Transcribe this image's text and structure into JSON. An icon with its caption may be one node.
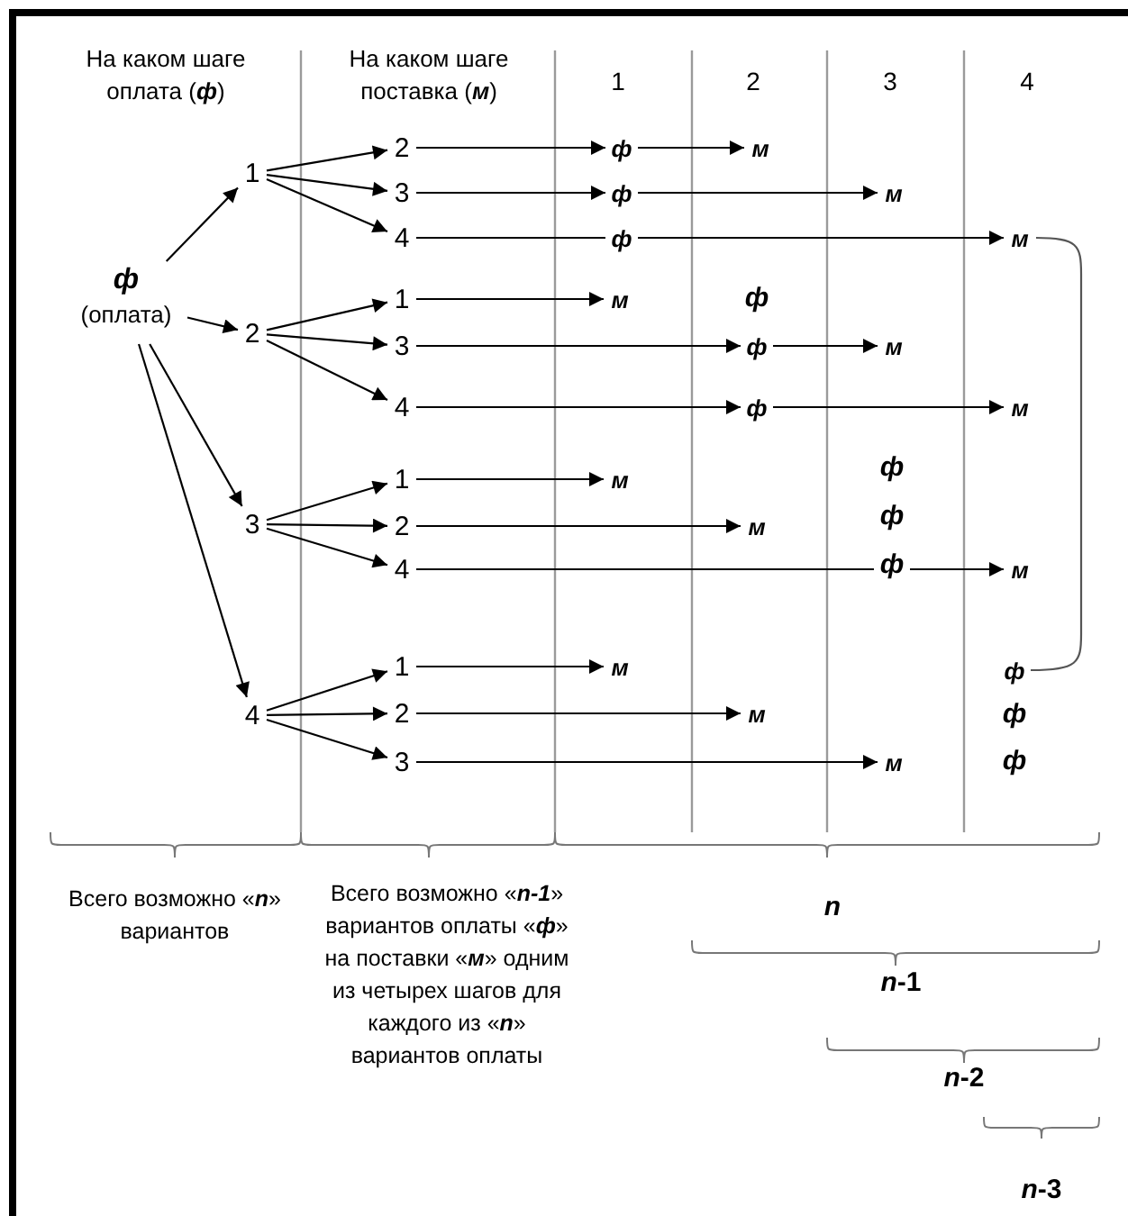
{
  "diagram": {
    "nodes": [
      {
        "text": [
          "ф",
          "(оплата)"
        ]
      },
      {
        "text": [
          "1"
        ]
      },
      {
        "text": [
          "2"
        ]
      },
      {
        "text": [
          "3"
        ]
      },
      {
        "text": [
          "4"
        ]
      },
      {
        "text": [
          "2"
        ]
      },
      {
        "text": [
          "3"
        ]
      },
      {
        "text": [
          "4"
        ]
      },
      {
        "text": [
          "1"
        ]
      },
      {
        "text": [
          "3"
        ]
      },
      {
        "text": [
          "4"
        ]
      },
      {
        "text": [
          "1"
        ]
      },
      {
        "text": [
          "2"
        ]
      },
      {
        "text": [
          "4"
        ]
      },
      {
        "text": [
          "1"
        ]
      },
      {
        "text": [
          "2"
        ]
      },
      {
        "text": [
          "3"
        ]
      },
      {
        "text": [
          "ф"
        ]
      },
      {
        "text": [
          "м"
        ]
      },
      {
        "text": [
          "ф"
        ]
      },
      {
        "text": [
          "м"
        ]
      },
      {
        "text": [
          "ф"
        ]
      },
      {
        "text": [
          "м"
        ]
      },
      {
        "text": [
          "м"
        ]
      },
      {
        "text": [
          "ф"
        ]
      },
      {
        "text": [
          "м"
        ]
      },
      {
        "text": [
          "ф"
        ]
      },
      {
        "text": [
          "м"
        ]
      },
      {
        "text": [
          "м"
        ]
      },
      {
        "text": [
          "м"
        ]
      },
      {
        "text": [
          "м"
        ]
      },
      {
        "text": [
          "м"
        ]
      },
      {
        "text": [
          "ф"
        ]
      },
      {
        "text": [
          "м"
        ]
      },
      {
        "text": [
          "м"
        ]
      }
    ],
    "edges": [
      {
        "from": 0,
        "to": 1,
        "arrow": "to"
      },
      {
        "from": 0,
        "to": 2,
        "arrow": "to"
      },
      {
        "from": 0,
        "to": 3,
        "arrow": "to"
      },
      {
        "from": 0,
        "to": 4,
        "arrow": "to"
      },
      {
        "from": 1,
        "to": 5,
        "arrow": "to"
      },
      {
        "from": 1,
        "to": 6,
        "arrow": "to"
      },
      {
        "from": 1,
        "to": 7,
        "arrow": "to"
      },
      {
        "from": 2,
        "to": 8,
        "arrow": "to"
      },
      {
        "from": 2,
        "to": 9,
        "arrow": "to"
      },
      {
        "from": 2,
        "to": 10,
        "arrow": "to"
      },
      {
        "from": 3,
        "to": 11,
        "arrow": "to"
      },
      {
        "from": 3,
        "to": 12,
        "arrow": "to"
      },
      {
        "from": 3,
        "to": 13,
        "arrow": "to"
      },
      {
        "from": 4,
        "to": 14,
        "arrow": "to"
      },
      {
        "from": 4,
        "to": 15,
        "arrow": "to"
      },
      {
        "from": 4,
        "to": 16,
        "arrow": "to"
      },
      {
        "from": 5,
        "to": 17,
        "arrow": "to"
      },
      {
        "from": 17,
        "to": 18,
        "arrow": "to"
      },
      {
        "from": 6,
        "to": 19,
        "arrow": "to"
      },
      {
        "from": 19,
        "to": 20,
        "arrow": "to"
      },
      {
        "from": 7,
        "to": 21,
        "arrow": "none"
      },
      {
        "from": 21,
        "to": 22,
        "arrow": "to"
      },
      {
        "from": 8,
        "to": 23,
        "arrow": "to"
      },
      {
        "from": 9,
        "to": 24,
        "arrow": "to"
      },
      {
        "from": 24,
        "to": 25,
        "arrow": "to"
      },
      {
        "from": 10,
        "to": 26,
        "arrow": "to"
      },
      {
        "from": 26,
        "to": 27,
        "arrow": "to"
      },
      {
        "from": 11,
        "to": 28,
        "arrow": "to"
      },
      {
        "from": 12,
        "to": 29,
        "arrow": "to"
      },
      {
        "from": 13,
        "to": 30,
        "arrow": "to"
      },
      {
        "from": 14,
        "to": 31,
        "arrow": "to"
      },
      {
        "from": 15,
        "to": 33,
        "arrow": "to"
      },
      {
        "from": 16,
        "to": 34,
        "arrow": "to"
      },
      {
        "from": 22,
        "to": 32,
        "arrow": "none"
      }
    ],
    "labels": [
      "На каком шаге оплата (**ф**)",
      "На каком шаге поставка (**м**)",
      "1",
      "2",
      "3",
      "4",
      "ф",
      "ф",
      "ф",
      "ф",
      "ф",
      "ф",
      "Всего возможно «**n**» вариантов",
      "Всего возможно «**n-1**» вариантов оплаты «**ф**» на поставки «**м**» одним из четырех шагов для каждого из «**n**» вариантов оплаты",
      "n",
      "*n*-1",
      "*n*-2",
      "*n*-3"
    ]
  }
}
